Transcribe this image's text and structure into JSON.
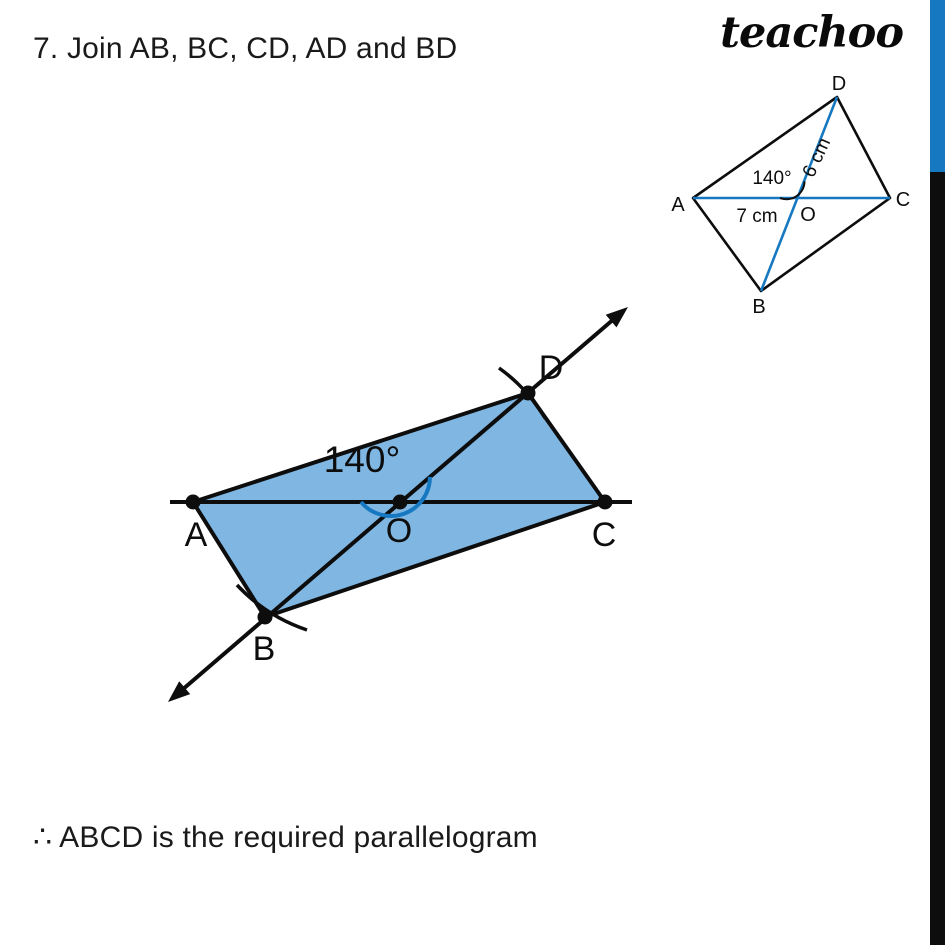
{
  "header": {
    "instruction": "7. Join AB, BC, CD, AD and BD",
    "brand": "teachoo"
  },
  "footer": {
    "conclusion": "∴ ABCD is the required parallelogram"
  },
  "colors": {
    "accent_blue": "#1778c2",
    "parallelogram_fill": "#7fb6e2",
    "sidebar_blue": "#1778c2",
    "sidebar_black": "#0d0d0d",
    "text": "#1a1a1a"
  },
  "reference_figure": {
    "vertex_a": "A",
    "vertex_b": "B",
    "vertex_c": "C",
    "vertex_d": "D",
    "center": "O",
    "angle": "140°",
    "half_diagonal_ac": "7 cm",
    "half_diagonal_bd": "6 cm"
  },
  "construction_figure": {
    "vertex_a": "A",
    "vertex_b": "B",
    "vertex_c": "C",
    "vertex_d": "D",
    "center": "O",
    "angle": "140°"
  }
}
